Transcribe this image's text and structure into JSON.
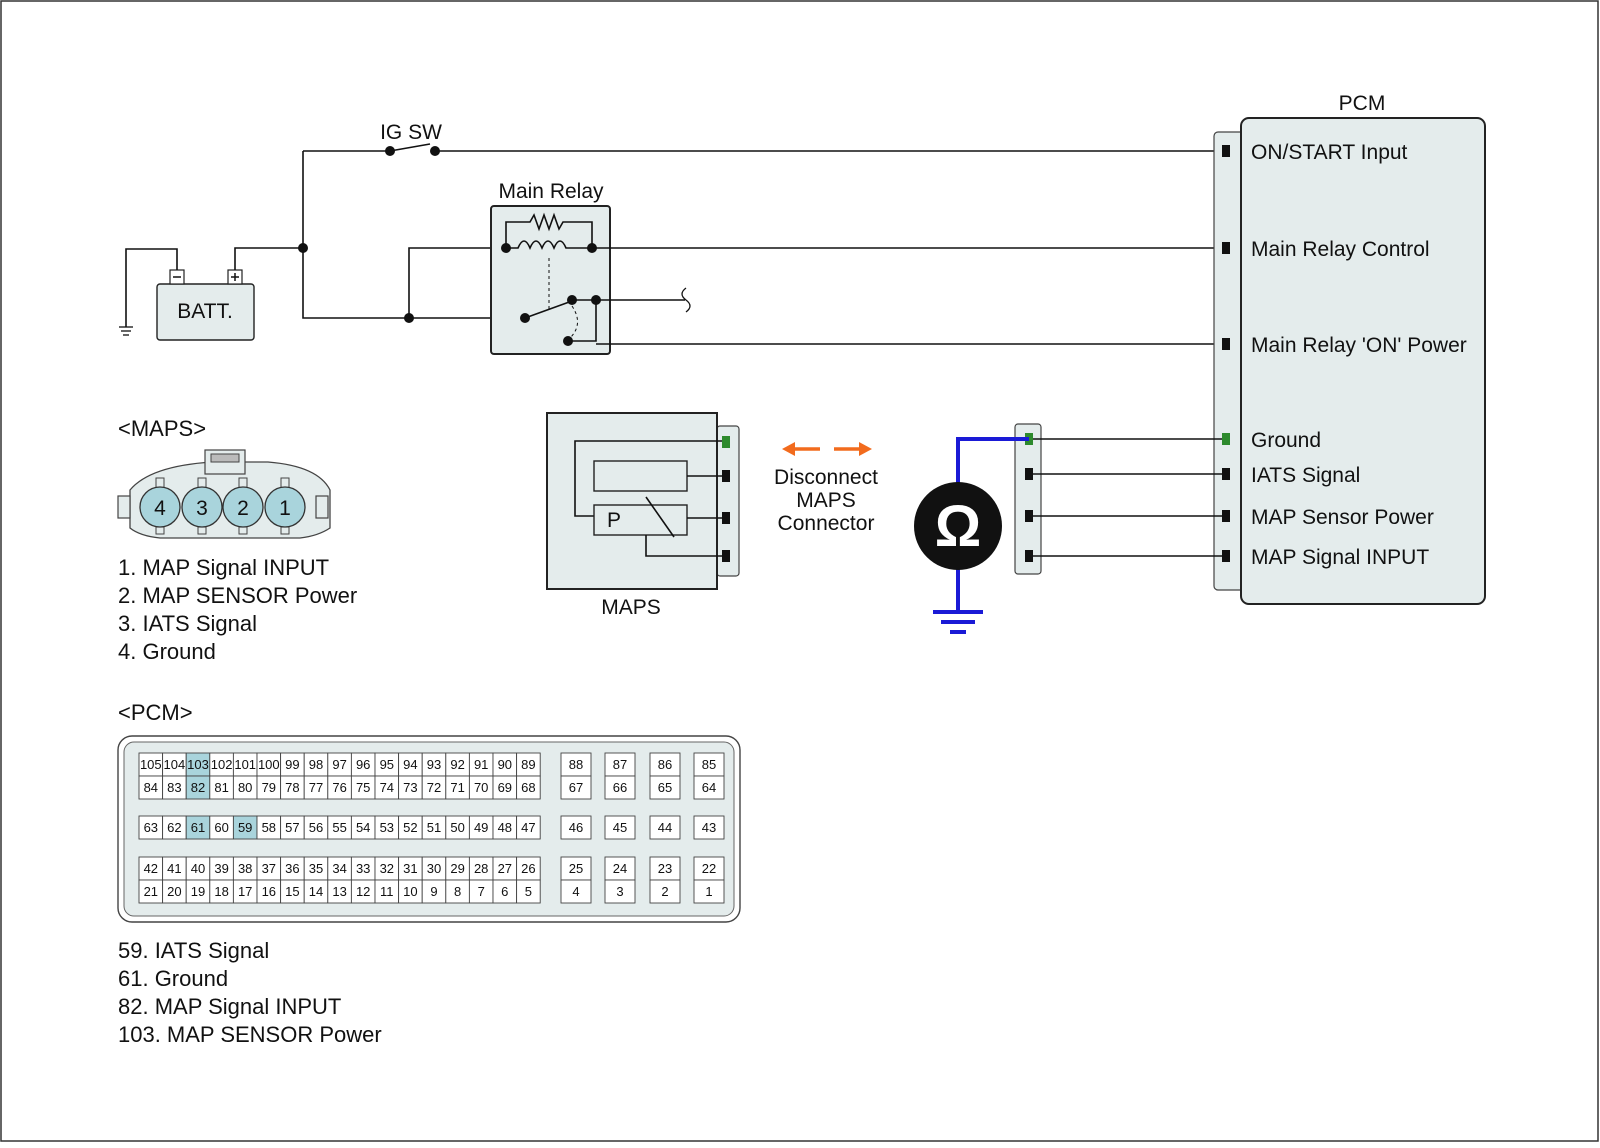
{
  "diagram": {
    "battery_label": "BATT.",
    "ig_sw_label": "IG SW",
    "main_relay_label": "Main Relay",
    "pcm_title": "PCM",
    "pcm_pins": [
      "ON/START Input",
      "Main Relay Control",
      "Main Relay 'ON' Power",
      "Ground",
      "IATS Signal",
      "MAP Sensor Power",
      "MAP Signal  INPUT"
    ],
    "maps_box_label": "MAPS",
    "maps_p_label": "P",
    "disconnect_label": [
      "Disconnect",
      "MAPS",
      "Connector"
    ],
    "ohm_symbol": "Ω",
    "colors": {
      "ground_text": "#2d8a2d",
      "probe_wire": "#1a1ad6",
      "arrow": "#f26b1d",
      "pin_highlight": "#a9d4dc",
      "panel_fill": "#e4ecec"
    }
  },
  "maps_connector": {
    "title": "<MAPS>",
    "pins": [
      "4",
      "3",
      "2",
      "1"
    ],
    "legend": [
      "1. MAP Signal  INPUT",
      "2. MAP SENSOR Power",
      "3. IATS Signal",
      "4. Ground"
    ]
  },
  "pcm_connector": {
    "title": "<PCM>",
    "row1": [
      "105",
      "104",
      "103",
      "102",
      "101",
      "100",
      "99",
      "98",
      "97",
      "96",
      "95",
      "94",
      "93",
      "92",
      "91",
      "90",
      "89"
    ],
    "row2": [
      "84",
      "83",
      "82",
      "81",
      "80",
      "79",
      "78",
      "77",
      "76",
      "75",
      "74",
      "73",
      "72",
      "71",
      "70",
      "69",
      "68"
    ],
    "row3": [
      "63",
      "62",
      "61",
      "60",
      "59",
      "58",
      "57",
      "56",
      "55",
      "54",
      "53",
      "52",
      "51",
      "50",
      "49",
      "48",
      "47"
    ],
    "row4": [
      "42",
      "41",
      "40",
      "39",
      "38",
      "37",
      "36",
      "35",
      "34",
      "33",
      "32",
      "31",
      "30",
      "29",
      "28",
      "27",
      "26"
    ],
    "row5": [
      "21",
      "20",
      "19",
      "18",
      "17",
      "16",
      "15",
      "14",
      "13",
      "12",
      "11",
      "10",
      "9",
      "8",
      "7",
      "6",
      "5"
    ],
    "side_top": [
      [
        "88",
        "67"
      ],
      [
        "87",
        "66"
      ],
      [
        "86",
        "65"
      ],
      [
        "85",
        "64"
      ]
    ],
    "side_mid": [
      "46",
      "45",
      "44",
      "43"
    ],
    "side_bot": [
      [
        "25",
        "4"
      ],
      [
        "24",
        "3"
      ],
      [
        "23",
        "2"
      ],
      [
        "22",
        "1"
      ]
    ],
    "highlighted": [
      "103",
      "82",
      "61",
      "59"
    ],
    "legend": [
      "59. IATS Signal",
      "61. Ground",
      "82. MAP Signal  INPUT",
      "103. MAP SENSOR Power"
    ]
  }
}
